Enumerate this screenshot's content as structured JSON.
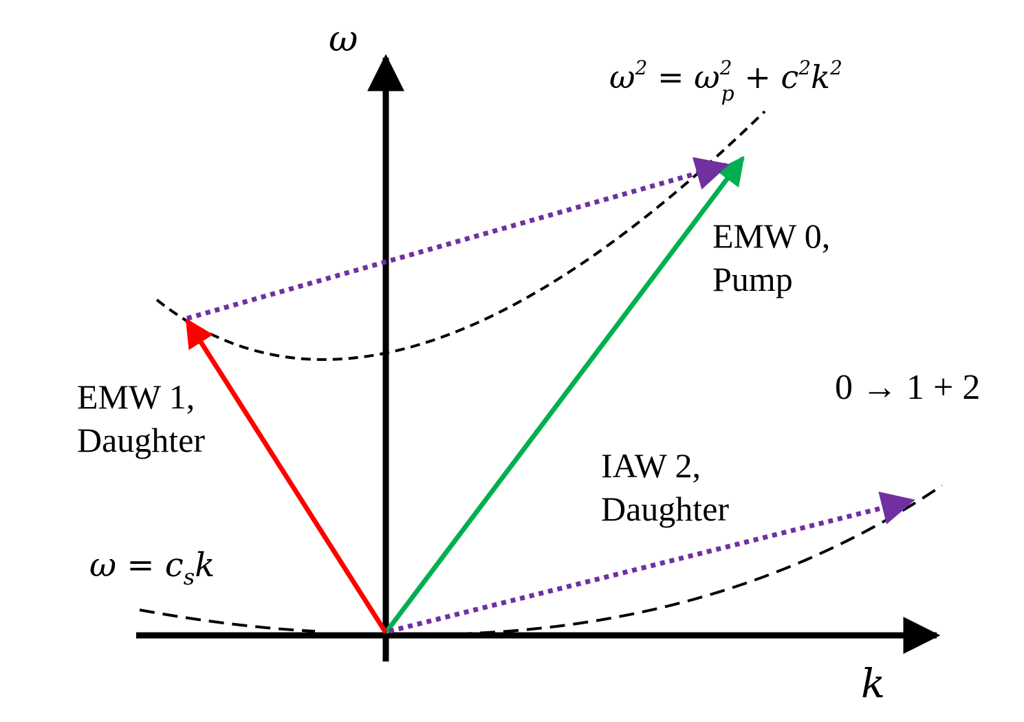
{
  "axes": {
    "y_label": "ω",
    "x_label": "k"
  },
  "equations": {
    "emw_dispersion": {
      "omega": "ω",
      "omega_exp": "2",
      "equals": " = ",
      "omega_p": "ω",
      "omega_p_sup": "2",
      "omega_p_sub": "p",
      "plus": " + ",
      "c": "c",
      "c_exp": "2",
      "k": "k",
      "k_exp": "2"
    },
    "iaw_dispersion": {
      "omega": "ω",
      "equals": " = ",
      "c": "c",
      "c_sub": "s",
      "k": "k"
    }
  },
  "labels": {
    "pump": [
      "EMW 0,",
      "Pump"
    ],
    "emw_daughter": [
      "EMW 1,",
      "Daughter"
    ],
    "iaw_daughter": [
      "IAW 2,",
      "Daughter"
    ],
    "process": "0 → 1 + 2"
  },
  "colors": {
    "axis": "#000000",
    "pump": "#00b050",
    "emw_daughter": "#ff0000",
    "sum_arrows": "#7030a0",
    "dispersion_curves": "#000000"
  }
}
